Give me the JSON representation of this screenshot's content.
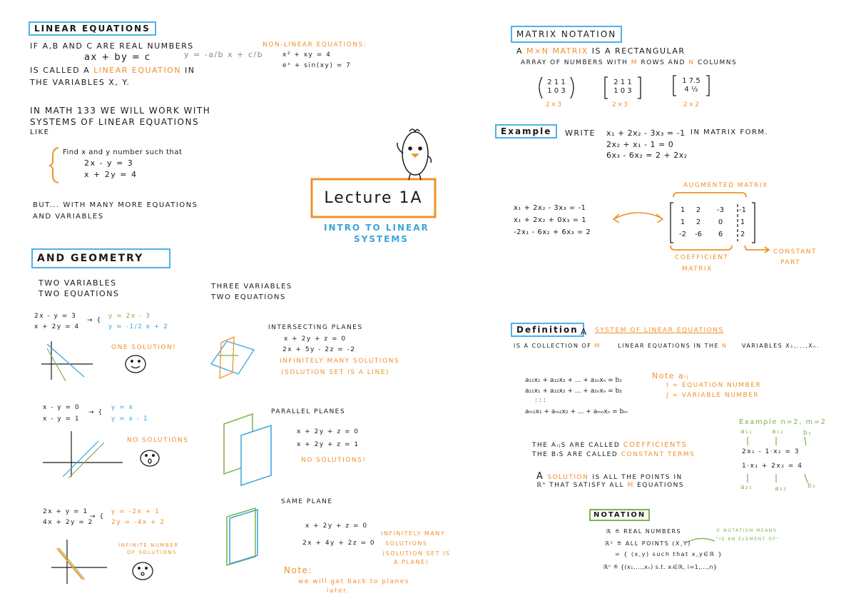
{
  "left": {
    "linear_eq": {
      "title": "linear equations",
      "intro": "If a,b and c are real numbers",
      "equation": "ax + by = c",
      "side_formula": "y = -a/b x + c/b",
      "called_pre": "is called a",
      "called_term": "linear equation",
      "called_post": "in",
      "variables": "the variables x, y.",
      "nonlinear_title": "non-linear equations:",
      "nonlinear_1": "x² + xy = 4",
      "nonlinear_2": "eˣ + sin(xy) = 7",
      "math133_1": "In math 133 we will work with",
      "math133_2": "systems of linear equations",
      "math133_3": "like",
      "find_text": "Find x and y number such that",
      "sys_1": "2x  - y = 3",
      "sys_2": "x  + 2y = 4",
      "but_1": "But... with many more equations",
      "but_2": "and variables"
    },
    "lecture": {
      "title": "Lecture 1A",
      "subtitle_1": "intro to linear",
      "subtitle_2": "systems"
    },
    "geometry": {
      "title": "and Geometry",
      "two_vars_1": "two variables",
      "two_vars_2": "two equations",
      "three_vars_1": "three variables",
      "three_vars_2": "two equations",
      "case1": {
        "eq1": "2x - y = 3",
        "eq2": "x + 2y = 4",
        "sol1": "y = 2x - 3",
        "sol2": "y = -1/2 x + 2",
        "note": "one solution!"
      },
      "case2": {
        "eq1": "x - y = 0",
        "eq2": "x - y = 1",
        "sol1": "y = x",
        "sol2": "y = x - 1",
        "note": "no solutions"
      },
      "case3": {
        "eq1": "2x + y = 1",
        "eq2": "4x + 2y = 2",
        "sol1": "y = -2x + 1",
        "sol2": "2y = -4x + 2",
        "note_1": "infinite number",
        "note_2": "of solutions"
      },
      "intersecting": {
        "title": "intersecting planes",
        "eq1": "x + 2y + z = 0",
        "eq2": "2x + 5y - 2z = -2",
        "note_1": "infinitely many solutions",
        "note_2": "(solution set is a line)"
      },
      "parallel": {
        "title": "parallel planes",
        "eq1": "x + 2y + z = 0",
        "eq2": "x + 2y + z = 1",
        "note": "no solutions!"
      },
      "same": {
        "title": "same plane",
        "eq1": "x + 2y + z = 0",
        "eq2": "2x + 4y + 2z = 0",
        "note_1": "infinitely many",
        "note_2": "solutions",
        "note_3": "(solution set is",
        "note_4": "a plane)"
      },
      "note_title": "Note:",
      "note_1": "we will get back to planes",
      "note_2": "later."
    }
  },
  "right": {
    "matrix": {
      "title": "matrix notation",
      "line1_pre": "A",
      "line1_term": "m×n matrix",
      "line1_post": "is a rectangular",
      "line2_pre": "array of numbers with",
      "line2_m": "m",
      "line2_mid": "rows and",
      "line2_n": "n",
      "line2_post": "columns",
      "m1": {
        "r1": "2  1  1",
        "r2": "1  0  3",
        "label": "2×3"
      },
      "m2": {
        "r1": "2  1  1",
        "r2": "1  0  3",
        "label": "2×3"
      },
      "m3": {
        "r1": "1   7.5",
        "r2": "4   ½",
        "label": "2×2"
      }
    },
    "example": {
      "title": "Example",
      "write": "Write",
      "eq1": "x₁ + 2x₂ - 3x₃ = -1",
      "eq2": "2x₂ + x₁ - 1 = 0",
      "eq3": "6x₃ - 6x₂ = 2 + 2x₂",
      "in_matrix": "in matrix form.",
      "augmented": "augmented matrix",
      "sys1": "x₁  +  2x₂  -  3x₃ = -1",
      "sys2": "x₁  +  2x₂  + 0x₃ = 1",
      "sys3": "-2x₁ -  6x₂  + 6x₃ = 2",
      "aug_r1": [
        "1",
        "2",
        "-3",
        "-1"
      ],
      "aug_r2": [
        "1",
        "2",
        "0",
        "1"
      ],
      "aug_r3": [
        "-2",
        "-6",
        "6",
        "2"
      ],
      "coef_1": "coefficient",
      "coef_2": "matrix",
      "const_1": "constant",
      "const_2": "part"
    },
    "definition": {
      "title": "Definition",
      "a": "A",
      "term": "system of linear equations",
      "line2_pre": "is a collection of",
      "line2_m": "m",
      "line2_mid": "linear equations in the",
      "line2_n": "n",
      "line2_post": "variables x₁,...,xₙ.",
      "g1": "a₁₁x₁ + a₁₂x₂ + ... + a₁ₙxₙ = b₁",
      "g2": "a₂₁x₁ + a₂₂x₂ + ... + a₂ₙxₙ = b₂",
      "g3": ":                :                :",
      "g4": "aₘ₁x₁ + aₘ₂x₂ + ... + aₘₙxₙ = bₘ",
      "note_title": "Note aᵢⱼ",
      "note_i": "i = equation number",
      "note_j": "j = variable number",
      "coef_line_pre": "The aᵢⱼs are called",
      "coef_line_term": "coefficients",
      "const_line_pre": "The bᵢs are called",
      "const_line_term": "constant terms",
      "sol_pre": "A",
      "sol_term": "solution",
      "sol_post": "is all the points in",
      "sol_line2_pre": "ℝⁿ that satisfy all",
      "sol_line2_m": "m",
      "sol_line2_post": "equations",
      "ex_title": "Example n=2, m=2",
      "ex_eq1": "2x₁  -  1·x₂ = 3",
      "ex_eq2": "1·x₁  +  2x₂ = 4",
      "ex_a11": "a₁₁",
      "ex_a12": "a₁₂",
      "ex_b1": "b₁",
      "ex_a21": "a₂₁",
      "ex_a22": "a₂₂",
      "ex_b2": "b₂"
    },
    "notation": {
      "title": "notation",
      "r": "ℝ ≝ real numbers",
      "r2": "ℝ² ≝ all points (x,y)",
      "r2b": "= { (x,y) such that x,y∈ℝ }",
      "rn": "ℝⁿ ≝ {(x₁,...,xₙ) s.t. xᵢ∈ℝ, i=1,...,n}",
      "elem_1": "∈ notation means",
      "elem_2": "\"is an element of\""
    }
  }
}
